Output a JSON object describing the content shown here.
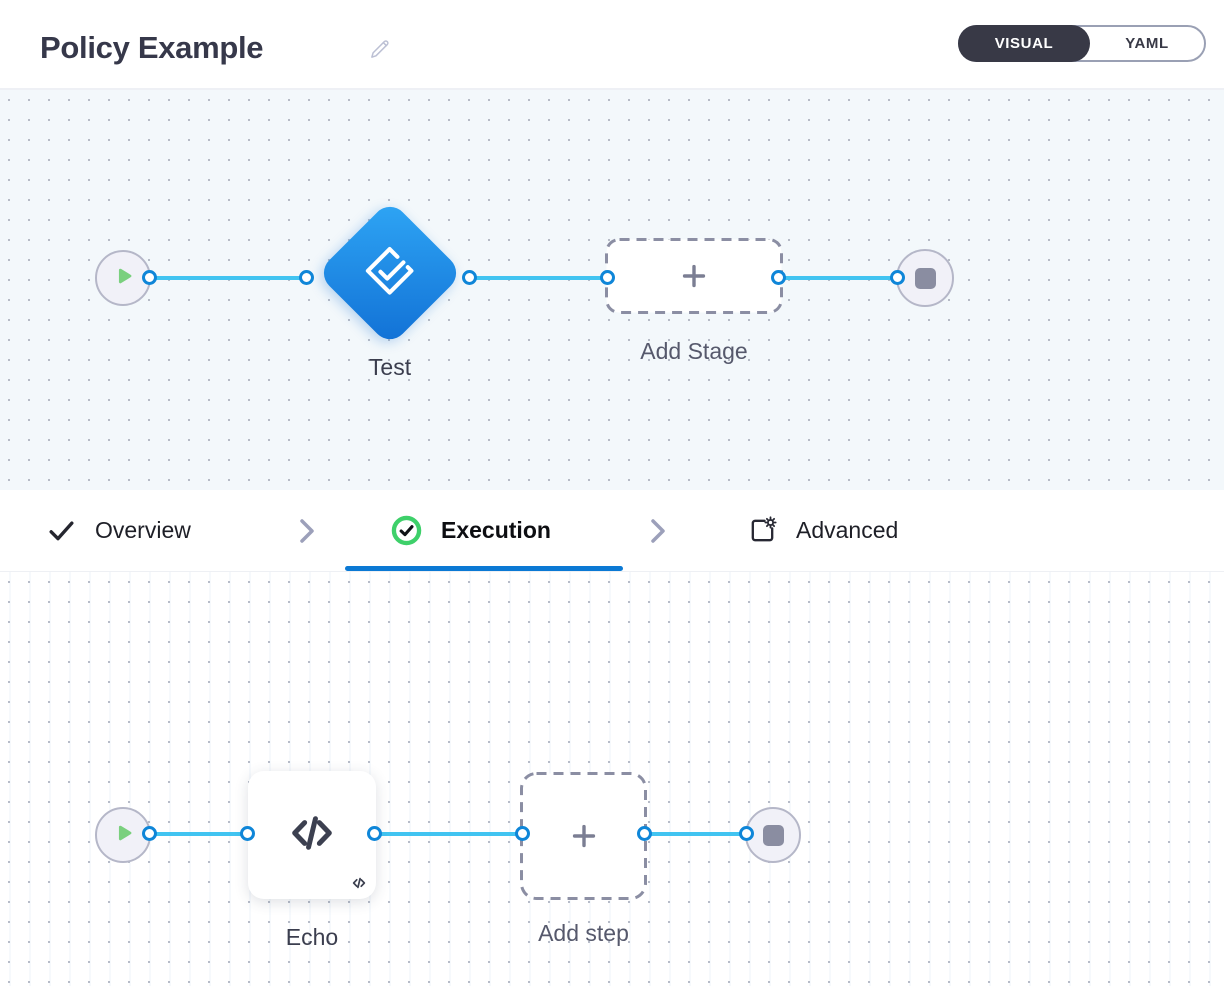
{
  "header": {
    "title": "Policy Example",
    "edit_icon": "pencil-icon",
    "mode_toggle": {
      "options": [
        "VISUAL",
        "YAML"
      ],
      "selected": "VISUAL"
    }
  },
  "stage_pipeline": {
    "start_node": {
      "icon": "play-icon"
    },
    "stage_node": {
      "label": "Test",
      "icon": "stage-check-icon"
    },
    "add_stage": {
      "label": "Add Stage",
      "icon": "plus-icon"
    },
    "end_node": {
      "icon": "stop-icon"
    }
  },
  "tabs": {
    "items": [
      {
        "label": "Overview",
        "icon": "check-icon",
        "active": false
      },
      {
        "label": "Execution",
        "icon": "check-circle-icon",
        "active": true
      },
      {
        "label": "Advanced",
        "icon": "settings-box-icon",
        "active": false
      }
    ]
  },
  "step_pipeline": {
    "start_node": {
      "icon": "play-icon"
    },
    "step_node": {
      "label": "Echo",
      "icon": "code-icon"
    },
    "add_step": {
      "label": "Add step",
      "icon": "plus-icon"
    },
    "end_node": {
      "icon": "stop-icon"
    }
  },
  "colors": {
    "accent_blue": "#0b79d4",
    "flow_line_blue": "#41c4f1",
    "endpoint_blue": "#0f86d8",
    "play_green": "#7ad07e",
    "success_green": "#3ed06a",
    "stage_gradient_start": "#2fa6f5",
    "stage_gradient_end": "#1170d5",
    "dashed_border_gray": "#8b8ea3",
    "toggle_dark": "#383946"
  }
}
